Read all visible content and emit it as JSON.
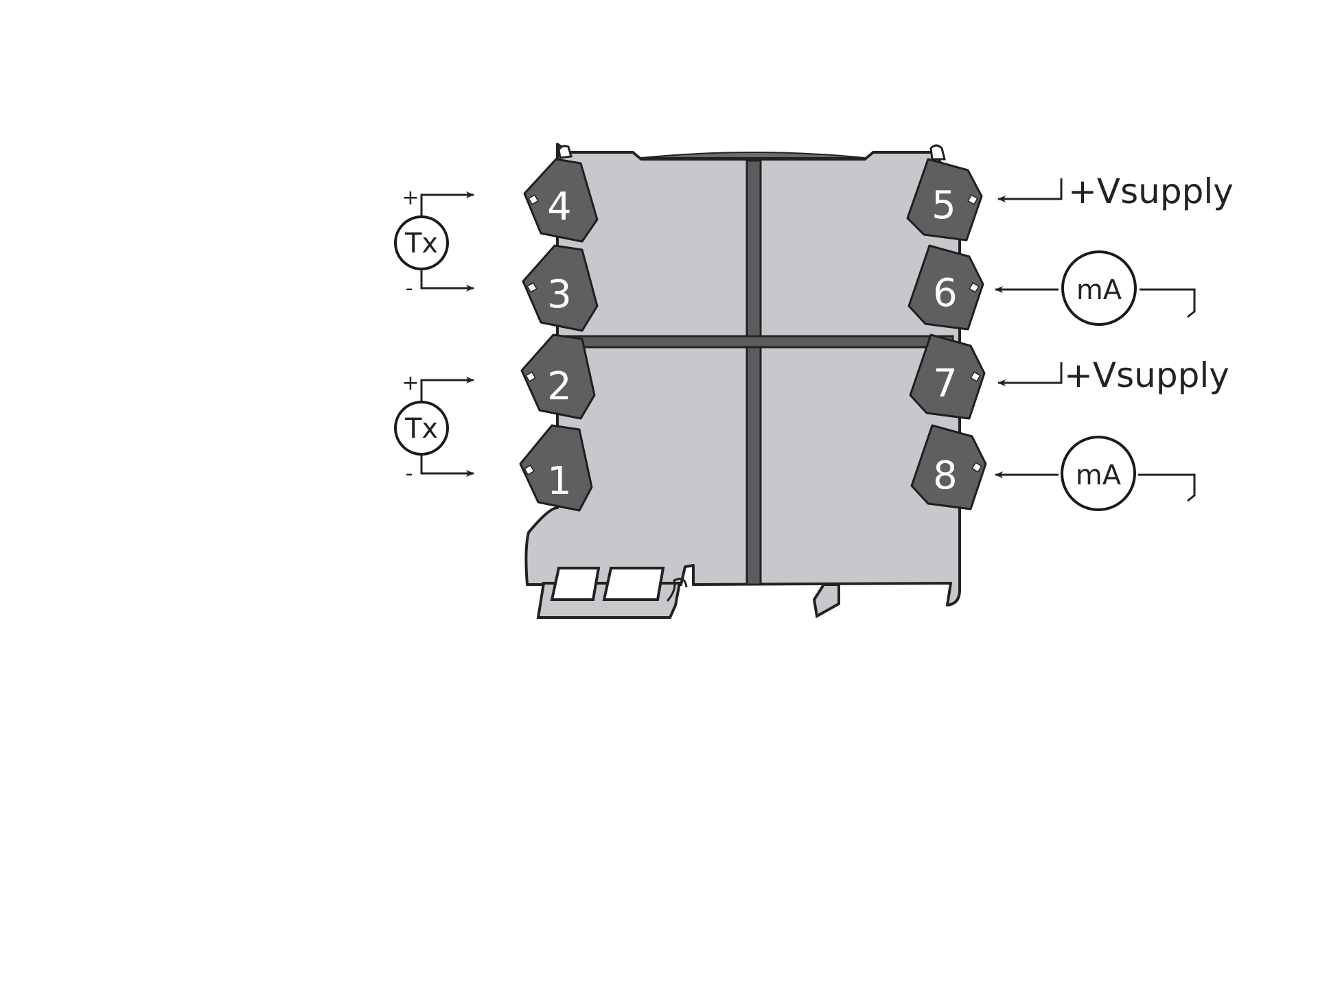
{
  "terminals": {
    "t1": "1",
    "t2": "2",
    "t3": "3",
    "t4": "4",
    "t5": "5",
    "t6": "6",
    "t7": "7",
    "t8": "8"
  },
  "inputs": {
    "upper": {
      "symbol": "Tx",
      "plus": "+",
      "minus": "-"
    },
    "lower": {
      "symbol": "Tx",
      "plus": "+",
      "minus": "-"
    }
  },
  "outputs": {
    "upper": {
      "supply": "+Vsupply",
      "meter": "mA"
    },
    "lower": {
      "supply": "+Vsupply",
      "meter": "mA"
    }
  },
  "colors": {
    "housing": "#c7c8cb",
    "terminal": "#5e5f61",
    "line": "#222222"
  }
}
